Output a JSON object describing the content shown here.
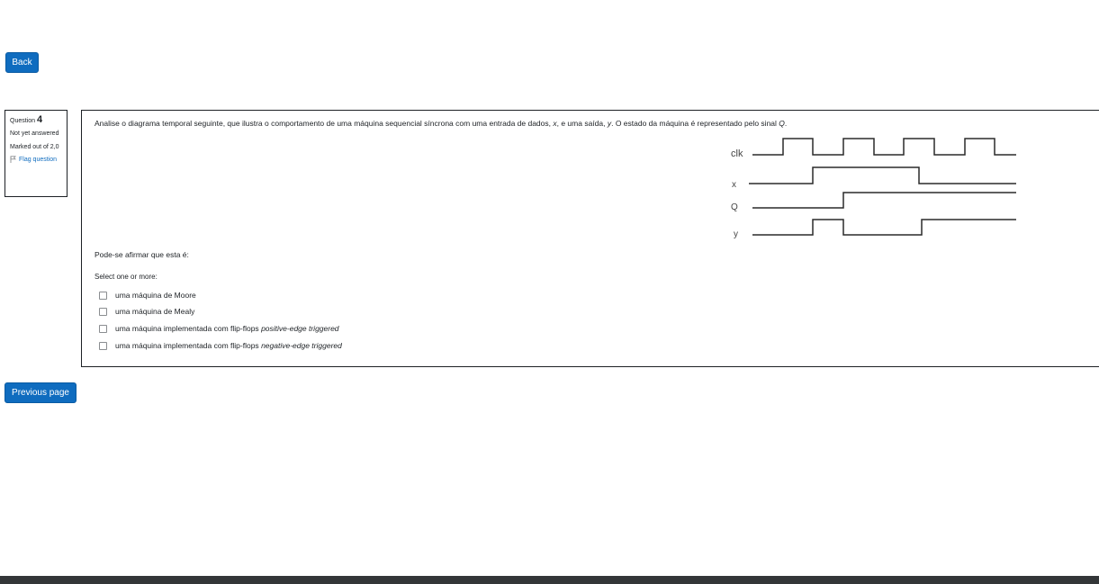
{
  "nav": {
    "back_label": "Back",
    "previous_label": "Previous page"
  },
  "question_info": {
    "question_prefix": "Question",
    "question_number": "4",
    "state": "Not yet answered",
    "grade": "Marked out of 2,0",
    "flag_label": "Flag question"
  },
  "question": {
    "text_part1": "Analise o diagrama temporal seguinte, que ilustra o comportamento de uma máquina sequencial síncrona com uma entrada de dados, ",
    "var_x": "x",
    "text_part2": ", e uma saída, ",
    "var_y": "y",
    "text_part3": ". O estado da máquina é representado pelo sinal ",
    "var_q": "Q",
    "text_part4": ".",
    "prompt": "Pode-se afirmar que esta é:",
    "select_label": "Select one or more:"
  },
  "timing_diagram": {
    "signals": [
      "clk",
      "x",
      "Q",
      "y"
    ]
  },
  "options": [
    {
      "text": "uma máquina de Moore",
      "italic": ""
    },
    {
      "text": "uma máquina de Mealy",
      "italic": ""
    },
    {
      "text": "uma máquina implementada com flip-flops ",
      "italic": "positive-edge triggered"
    },
    {
      "text": "uma máquina implementada com flip-flops ",
      "italic": "negative-edge triggered"
    }
  ],
  "colors": {
    "primary": "#0f6cbf",
    "footer": "#333638"
  }
}
